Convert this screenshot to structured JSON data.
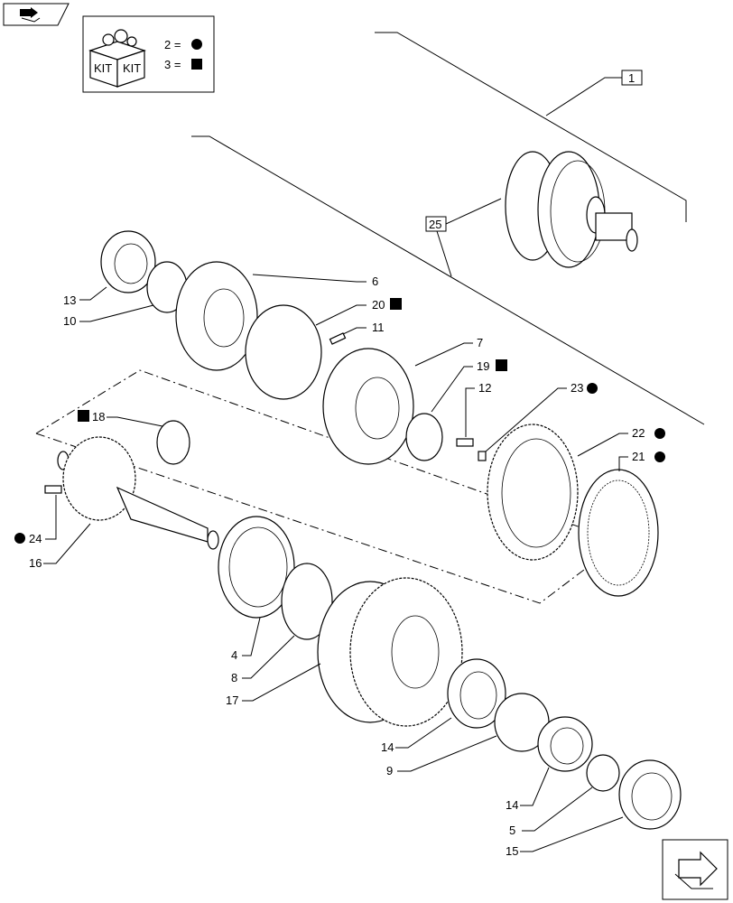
{
  "legend": {
    "kit_text_left": "KIT",
    "kit_text_right": "KIT",
    "row1": "2 =",
    "row2": "3 ="
  },
  "callouts": {
    "c1": "1",
    "c25": "25",
    "c6": "6",
    "c20": "20",
    "c11": "11",
    "c7": "7",
    "c19": "19",
    "c12": "12",
    "c23": "23",
    "c22": "22",
    "c21": "21",
    "c13": "13",
    "c10": "10",
    "c18": "18",
    "c24": "24",
    "c16": "16",
    "c4": "4",
    "c8": "8",
    "c17": "17",
    "c14a": "14",
    "c9": "9",
    "c14b": "14",
    "c5": "5",
    "c15": "15"
  }
}
